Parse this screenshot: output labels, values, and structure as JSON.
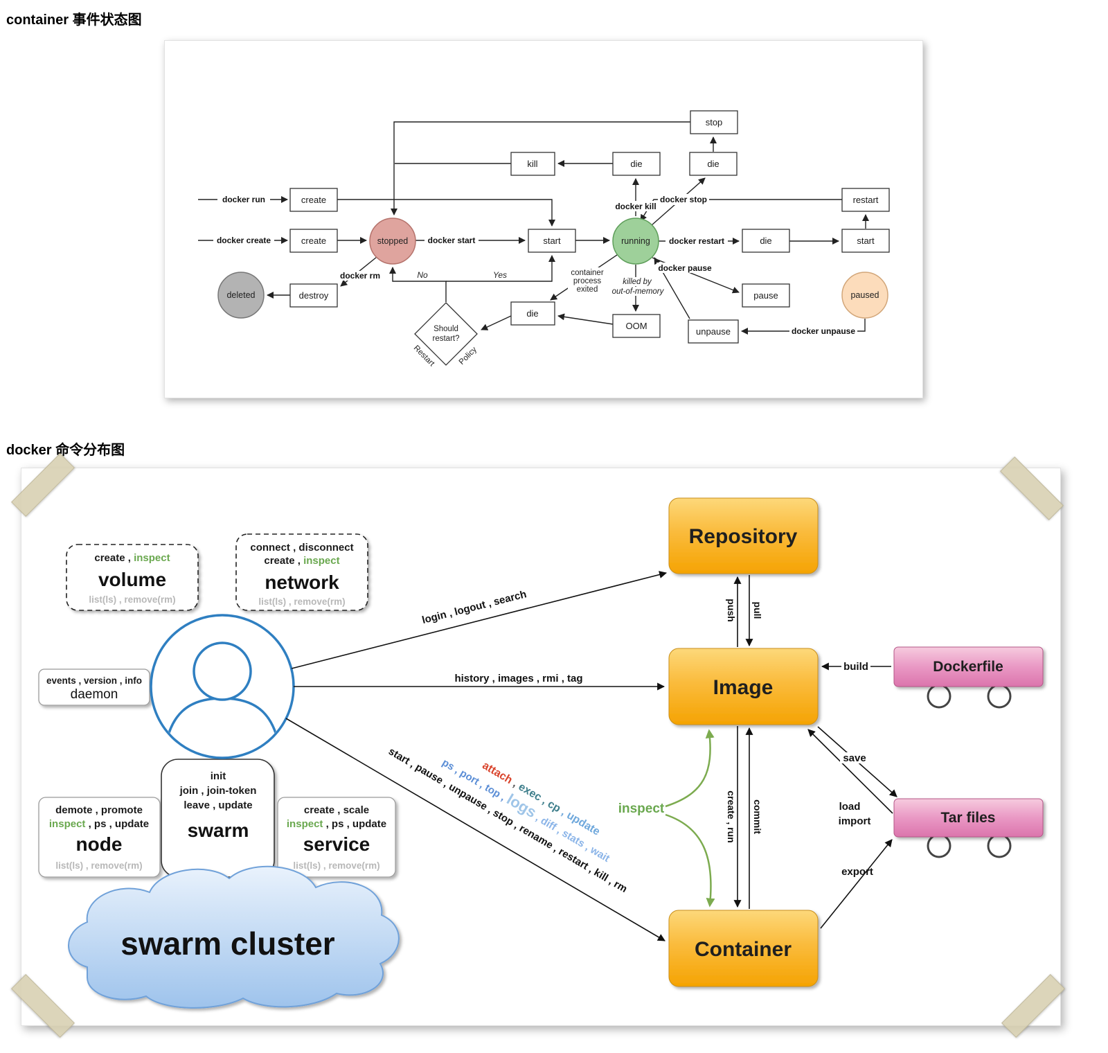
{
  "colors": {
    "accent_green": "#6aa84f",
    "entity_orange": "#F5A302",
    "entity_pink": "#D96BA6",
    "user_blue": "#2F7FC1",
    "state_running": "#9ED09A",
    "state_stopped": "#DFA49E",
    "state_paused": "#FCDCBB",
    "state_deleted": "#B3B3B3"
  },
  "page": {
    "heading1": "container 事件状态图",
    "heading2": "docker 命令分布图"
  },
  "state_diagram": {
    "boxes": {
      "stop": "stop",
      "kill": "kill",
      "die_top": "die",
      "die_top2": "die",
      "create_run": "create",
      "restart": "restart",
      "create_create": "create",
      "start_mid": "start",
      "die_right": "die",
      "start_right": "start",
      "destroy": "destroy",
      "pause": "pause",
      "die_bottom": "die",
      "oom": "OOM",
      "unpause": "unpause"
    },
    "states": {
      "stopped": "stopped",
      "running": "running",
      "deleted": "deleted",
      "paused": "paused"
    },
    "labels": {
      "docker_run": "docker run",
      "docker_create": "docker create",
      "docker_start": "docker start",
      "docker_kill": "docker kill",
      "docker_stop": "docker stop",
      "docker_restart": "docker restart",
      "docker_pause": "docker pause",
      "docker_unpause": "docker unpause",
      "docker_rm": "docker rm",
      "no": "No",
      "yes": "Yes",
      "process1": "container",
      "process2": "process",
      "process3": "exited",
      "oom1": "killed by",
      "oom2": "out-of-memory",
      "should1": "Should",
      "should2": "restart?",
      "edge_restart": "Restart",
      "edge_policy": "Policy"
    }
  },
  "cmd_diagram": {
    "entities": {
      "repository": "Repository",
      "image": "Image",
      "container": "Container",
      "dockerfile": "Dockerfile",
      "tarfiles": "Tar files"
    },
    "groups": {
      "volume": {
        "cmd1a": "create , ",
        "cmd1b": "inspect",
        "name": "volume",
        "list": "list(ls) , remove(rm)"
      },
      "network": {
        "cmd1": "connect , disconnect",
        "cmd2a": "create , ",
        "cmd2b": "inspect",
        "name": "network",
        "list": "list(ls) , remove(rm)"
      },
      "daemon": {
        "cmd1": "events , version , info",
        "name": "daemon"
      },
      "node": {
        "cmd1": "demote , promote",
        "cmd2a": "inspect",
        "cmd2b": " , ps , update",
        "name": "node",
        "list": "list(ls) , remove(rm)"
      },
      "swarm": {
        "cmd1": "init",
        "cmd2": "join , join-token",
        "cmd3": "leave , update",
        "name": "swarm"
      },
      "service": {
        "cmd1": "create , scale",
        "cmd2a": "inspect",
        "cmd2b": " , ps , update",
        "name": "service",
        "list": "list(ls) , remove(rm)"
      },
      "cloud": "swarm cluster"
    },
    "edges": {
      "login": "login , logout , search",
      "history": "history , images , rmi , tag",
      "lifecycle": "start , pause , unpause , stop , rename , restart , kill , rm",
      "query_a": "ps , port , top , ",
      "query_b": "logs",
      "query_c": " , diff , stats , wait",
      "attach": "attach",
      "attach_sep": " , ",
      "exec_cp": "exec , cp",
      "update": " , update",
      "push": "push",
      "pull": "pull",
      "create_run": "create , run",
      "commit": "commit",
      "build": "build",
      "save": "save",
      "load": "load",
      "import": "import",
      "export": "export",
      "inspect": "inspect"
    }
  }
}
